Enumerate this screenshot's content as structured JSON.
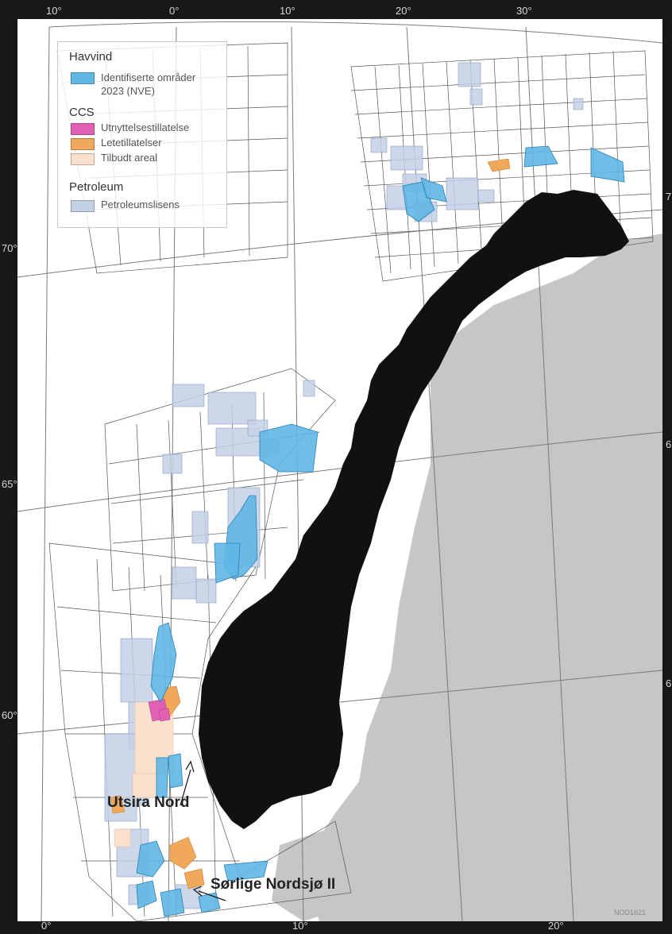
{
  "colors": {
    "havvind": "#5fb7e4",
    "utnyttelse": "#e061b3",
    "lete": "#f0a95a",
    "tilbudt": "#fbe1cd",
    "petroleum": "#c3d1e6",
    "norway": "#111111",
    "neighbours": "#c6c6c6",
    "sea": "#ffffff",
    "grid": "#5a5a5a"
  },
  "ticks": {
    "top": [
      "10°",
      "0°",
      "10°",
      "20°",
      "30°"
    ],
    "bottom": [
      "0°",
      "10°",
      "20°"
    ],
    "left": [
      "70°",
      "65°",
      "60°"
    ],
    "right": [
      "7",
      "6",
      "6"
    ]
  },
  "legend": {
    "havvind_title": "Havvind",
    "havvind_item_line1": "Identifiserte områder",
    "havvind_item_line2": "2023 (NVE)",
    "ccs_title": "CCS",
    "ccs_items": [
      "Utnyttelsestillatelse",
      "Letetillatelser",
      "Tilbudt areal"
    ],
    "petroleum_title": "Petroleum",
    "petroleum_item": "Petroleumslisens"
  },
  "labels": {
    "utsira": "Utsira Nord",
    "sorlige": "Sørlige Nordsjø II"
  },
  "map_code": "NOD1621"
}
